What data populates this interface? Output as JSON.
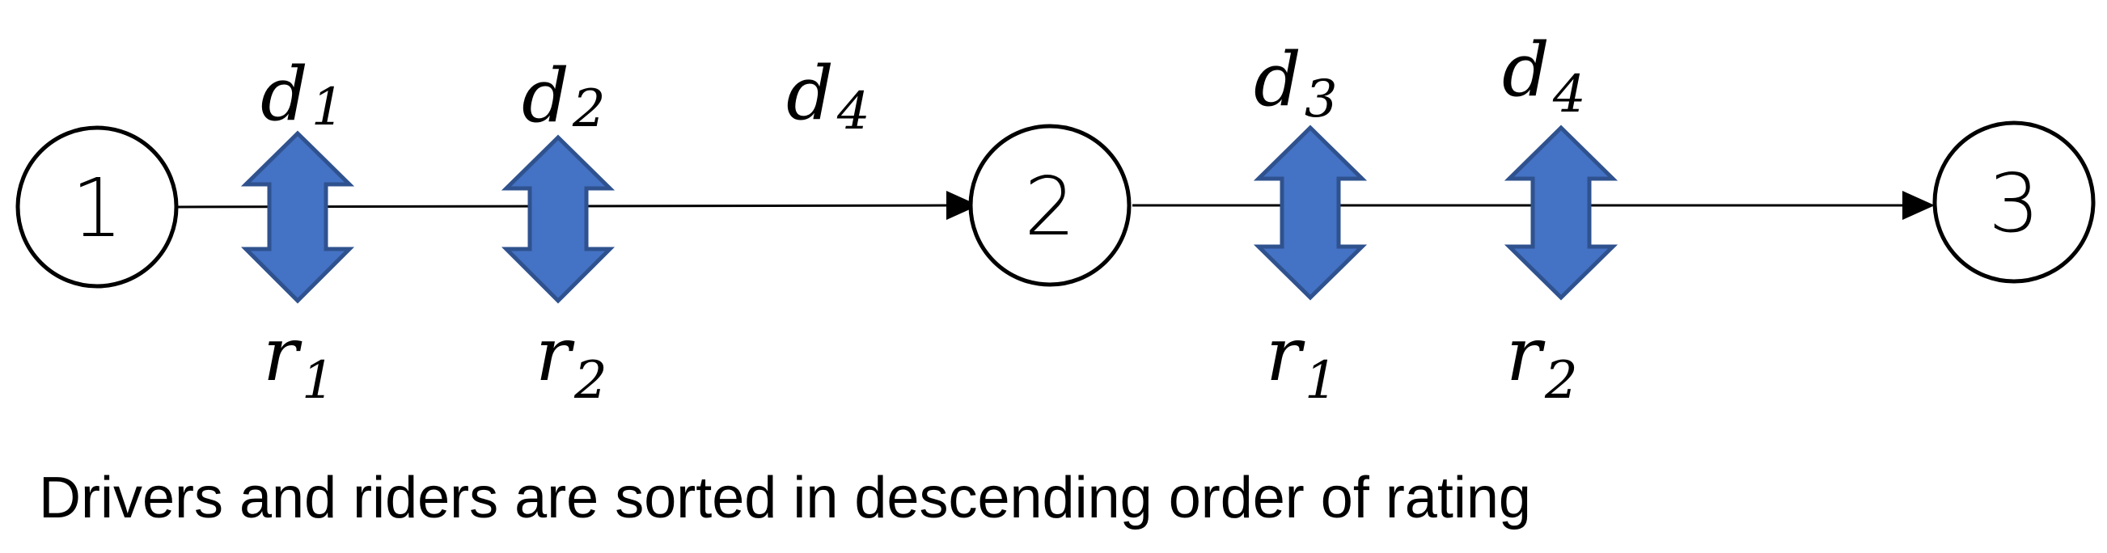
{
  "nodes": [
    {
      "label": "1"
    },
    {
      "label": "2"
    },
    {
      "label": "3"
    }
  ],
  "top_labels": [
    {
      "base": "d",
      "sub": "1"
    },
    {
      "base": "d",
      "sub": "2"
    },
    {
      "base": "d",
      "sub": "4"
    },
    {
      "base": "d",
      "sub": "3"
    },
    {
      "base": "d",
      "sub": "4"
    }
  ],
  "bottom_labels": [
    {
      "base": "r",
      "sub": "1"
    },
    {
      "base": "r",
      "sub": "2"
    },
    {
      "base": "r",
      "sub": "1"
    },
    {
      "base": "r",
      "sub": "2"
    }
  ],
  "caption": "Drivers and riders are sorted in descending order of rating",
  "colors": {
    "arrow_fill": "#4472C4",
    "arrow_stroke": "#2F528F"
  }
}
